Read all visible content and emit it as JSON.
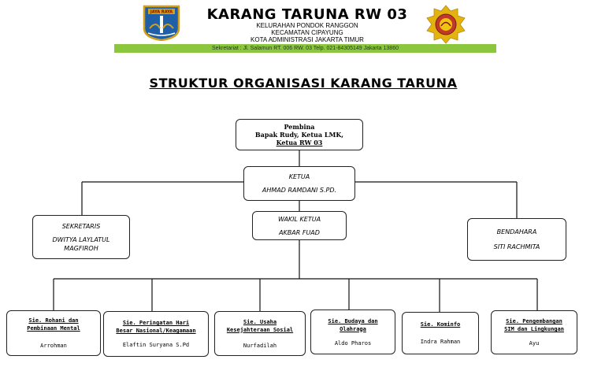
{
  "letterhead": {
    "org_name": "KARANG TARUNA RW 03",
    "line1": "KELURAHAN PONDOK RANGGON",
    "line2": "KECAMATAN CIPAYUNG",
    "line3": "KOTA ADMINISTRASI JAKARTA TIMUR",
    "secretariat": "Sekretariat : Jl. Salamun RT. 006 RW. 03 Telp. 021-84305149 Jakarta 13860",
    "left_logo_text": "JAYA RAYA",
    "bar_color": "#8cc63f"
  },
  "title": "STRUKTUR ORGANISASI KARANG TARUNA",
  "pembina": {
    "role": "Pembina",
    "name_line1": "Bapak Rudy, Ketua LMK,",
    "name_line2": "Ketua RW 03"
  },
  "ketua": {
    "role": "KETUA",
    "name": "AHMAD RAMDANI S.PD."
  },
  "wakil": {
    "role": "WAKIL KETUA",
    "name": "AKBAR FUAD"
  },
  "sekretaris": {
    "role": "SEKRETARIS",
    "name_line1": "DWITYA LAYLATUL",
    "name_line2": "MAGFIROH"
  },
  "bendahara": {
    "role": "BENDAHARA",
    "name": "SITI RACHMITA"
  },
  "sie": [
    {
      "title_line1": "Sie. Rohani dan",
      "title_line2": "Pembinaan Mental",
      "name": "Arrohman"
    },
    {
      "title_line1": "Sie. Peringatan Hari",
      "title_line2": "Besar Nasional/Keagamaan",
      "name": "Elaftin Suryana S.Pd"
    },
    {
      "title_line1": "Sie. Usaha",
      "title_line2": "Kesejahteraan Sosial",
      "name": "Nurfadilah"
    },
    {
      "title_line1": "Sie. Budaya dan",
      "title_line2": "Olahraga",
      "name": "Aldo Pharos"
    },
    {
      "title_line1": "Sie. Kominfo",
      "title_line2": "",
      "name": "Indra Rahman"
    },
    {
      "title_line1": "Sie. Pengembangan",
      "title_line2": "SIM dan Lingkungan",
      "name": "Ayu"
    }
  ]
}
